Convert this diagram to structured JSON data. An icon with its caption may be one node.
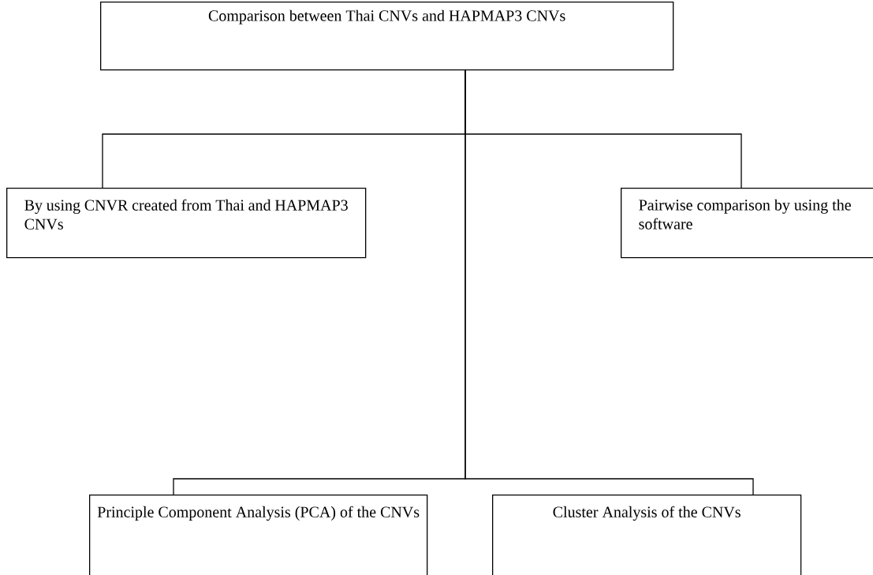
{
  "diagram": {
    "nodes": [
      {
        "text": [
          "Comparison between Thai CNVs and HAPMAP3 CNVs"
        ]
      },
      {
        "text": [
          "By using CNVR created from Thai and HAPMAP3 CNVs"
        ]
      },
      {
        "text": [
          "Pairwise comparison by using the software"
        ]
      },
      {
        "text": [
          "Principle Component Analysis (PCA) of the CNVs"
        ]
      },
      {
        "text": [
          "Cluster Analysis of the CNVs"
        ]
      }
    ],
    "edges": [
      {
        "from": 0,
        "to": 1,
        "arrow": "none"
      },
      {
        "from": 0,
        "to": 2,
        "arrow": "none"
      },
      {
        "from": 0,
        "to": 3,
        "arrow": "none"
      },
      {
        "from": 0,
        "to": 4,
        "arrow": "none"
      }
    ]
  }
}
